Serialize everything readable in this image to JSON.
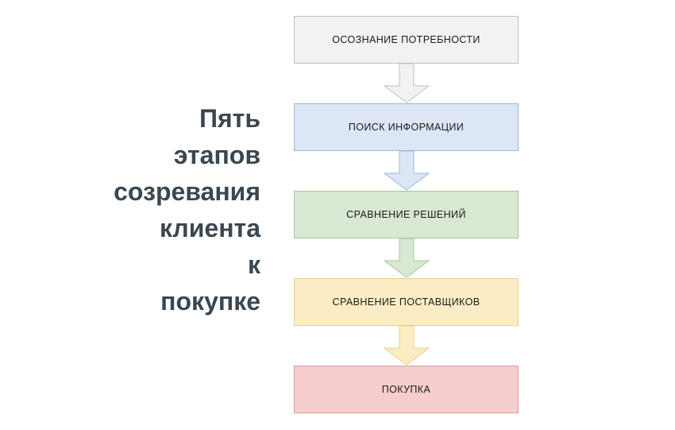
{
  "heading": {
    "text": "Пять\nэтапов\nсозревания\nклиента\nк\nпокупке",
    "color": "#3b4750"
  },
  "diagram": {
    "type": "vertical-flowchart",
    "orientation": "top-to-bottom",
    "steps": [
      {
        "index": 1,
        "label": "ОСОЗНАНИЕ ПОТРЕБНОСТИ",
        "fill": "#f2f2f2",
        "border": "#bfbfbf"
      },
      {
        "index": 2,
        "label": "ПОИСК ИНФОРМАЦИИ",
        "fill": "#dce6f5",
        "border": "#9db7dd"
      },
      {
        "index": 3,
        "label": "СРАВНЕНИЕ РЕШЕНИЙ",
        "fill": "#d9e8d2",
        "border": "#a8c79a"
      },
      {
        "index": 4,
        "label": "СРАВНЕНИЕ ПОСТАВЩИКОВ",
        "fill": "#fcecc4",
        "border": "#e8d08a"
      },
      {
        "index": 5,
        "label": "ПОКУПКА",
        "fill": "#f7cdcd",
        "border": "#dd9a9a"
      }
    ],
    "arrows": [
      {
        "from": 1,
        "to": 2,
        "fill": "#f2f2f2",
        "border": "#bfbfbf"
      },
      {
        "from": 2,
        "to": 3,
        "fill": "#dce6f5",
        "border": "#9db7dd"
      },
      {
        "from": 3,
        "to": 4,
        "fill": "#d9e8d2",
        "border": "#a8c79a"
      },
      {
        "from": 4,
        "to": 5,
        "fill": "#fcecc4",
        "border": "#e8d08a"
      }
    ]
  }
}
